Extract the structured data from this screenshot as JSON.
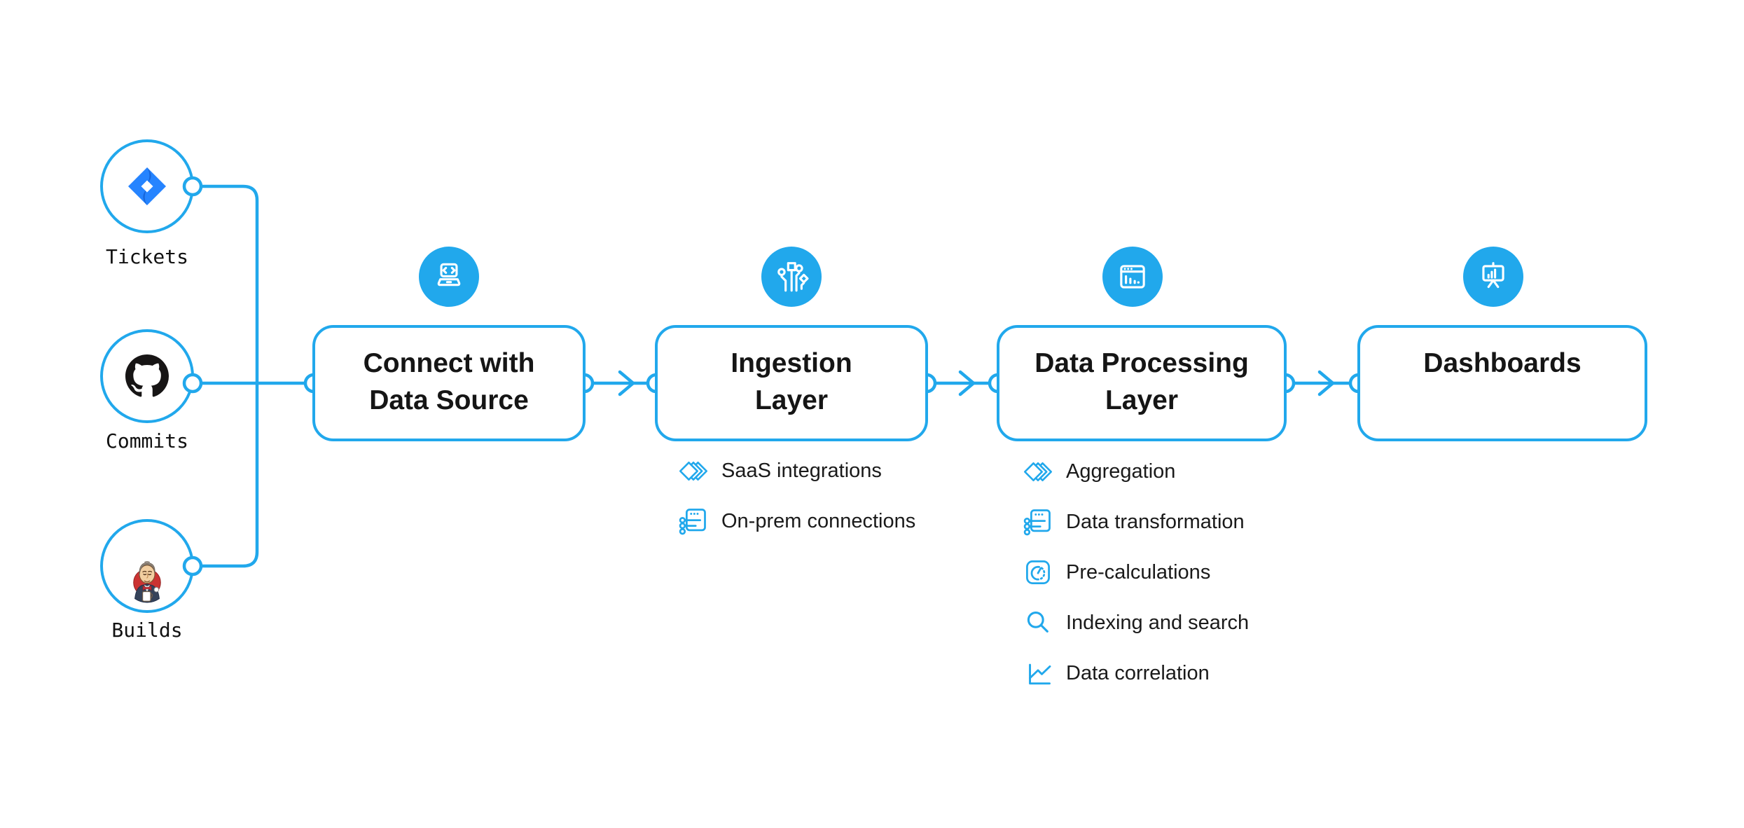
{
  "colors": {
    "accent": "#21A8EC",
    "title_text": "#151515",
    "label_text": "#111111",
    "jira_blue": "#2684FF",
    "github_black": "#171515",
    "jenkins_red": "#CB3332"
  },
  "sources": [
    {
      "label": "Tickets",
      "icon": "jira-icon"
    },
    {
      "label": "Commits",
      "icon": "github-icon"
    },
    {
      "label": "Builds",
      "icon": "jenkins-icon"
    }
  ],
  "stages": [
    {
      "title_line1": "Connect with",
      "title_line2": "Data Source",
      "icon": "laptop-code-icon",
      "items": []
    },
    {
      "title_line1": "Ingestion",
      "title_line2": "Layer",
      "icon": "data-ingestion-circuit-icon",
      "items": [
        {
          "label": "SaaS integrations",
          "icon": "stacked-diamonds-icon"
        },
        {
          "label": "On-prem connections",
          "icon": "window-sliders-icon"
        }
      ]
    },
    {
      "title_line1": "Data Processing",
      "title_line2": "Layer",
      "icon": "analytics-window-icon",
      "items": [
        {
          "label": "Aggregation",
          "icon": "stacked-diamonds-icon"
        },
        {
          "label": "Data transformation",
          "icon": "window-sliders-icon"
        },
        {
          "label": "Pre-calculations",
          "icon": "gauge-icon"
        },
        {
          "label": "Indexing and search",
          "icon": "search-icon"
        },
        {
          "label": "Data correlation",
          "icon": "line-chart-icon"
        }
      ]
    },
    {
      "title_line1": "Dashboards",
      "title_line2": "",
      "icon": "presentation-chart-icon",
      "items": []
    }
  ]
}
